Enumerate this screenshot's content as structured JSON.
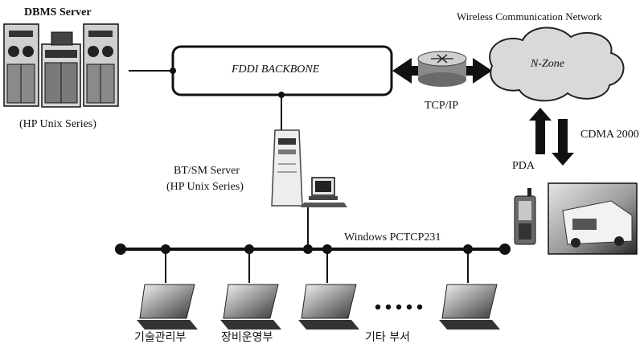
{
  "labels": {
    "dbms_server": "DBMS Server",
    "dbms_os": "(HP Unix Series)",
    "backbone": "FDDI BACKBONE",
    "wireless_network": "Wireless Communication Network",
    "nzone": "N-Zone",
    "tcpip": "TCP/IP",
    "cdma": "CDMA 2000",
    "pda": "PDA",
    "btsm_server": "BT/SM Server",
    "btsm_os": "(HP Unix Series)",
    "lan": "Windows PCTCP231",
    "dept_tech": "기술관리부",
    "dept_equipment": "장비운영부",
    "dept_other": "기타 부서"
  },
  "colors": {
    "line": "#111111",
    "cloud_fill": "#d9d9d9",
    "device_dark": "#333333",
    "device_light": "#cfcfcf"
  }
}
